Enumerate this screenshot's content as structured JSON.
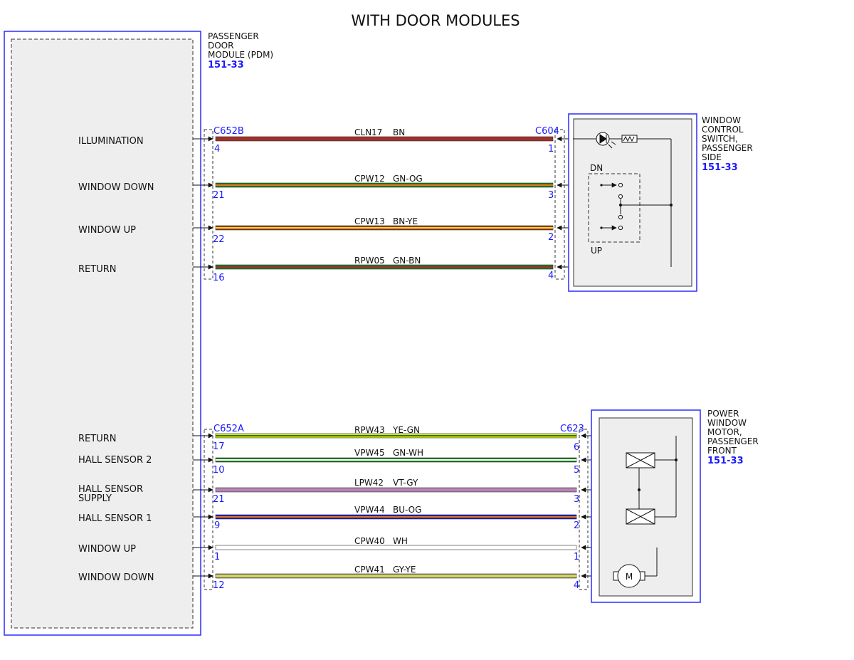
{
  "title": "WITH DOOR MODULES",
  "colors": {
    "border_blue": "#2b2bff",
    "panel_gray": "#eeeeee",
    "BN": "#a0302a",
    "GN": "#1f7a1f",
    "OG": "#e07a1a",
    "YE": "#e6e61a",
    "WH": "#ffffff",
    "VT": "#c070c0",
    "GY": "#9a9a9a",
    "BU": "#1a1ac0"
  },
  "pdm": {
    "name_lines": [
      "PASSENGER",
      "DOOR",
      "MODULE (PDM)"
    ],
    "ref": "151-33"
  },
  "switch": {
    "name_lines": [
      "WINDOW",
      "CONTROL",
      "SWITCH,",
      "PASSENGER",
      "SIDE"
    ],
    "ref": "151-33",
    "dn_label": "DN",
    "up_label": "UP"
  },
  "motor": {
    "name_lines": [
      "POWER",
      "WINDOW",
      "MOTOR,",
      "PASSENGER",
      "FRONT"
    ],
    "ref": "151-33",
    "m_label": "M"
  },
  "connectors": {
    "c652b": "C652B",
    "c604": "C604",
    "c652a": "C652A",
    "c623": "C623"
  },
  "upper_circuits": [
    {
      "label": "ILLUMINATION",
      "circuit": "CLN17",
      "color": "BN",
      "pin_left": "4",
      "pin_right": "1",
      "base": "BN",
      "stripe": ""
    },
    {
      "label": "WINDOW DOWN",
      "circuit": "CPW12",
      "color": "GN-OG",
      "pin_left": "21",
      "pin_right": "3",
      "base": "GN",
      "stripe": "OG"
    },
    {
      "label": "WINDOW UP",
      "circuit": "CPW13",
      "color": "BN-YE",
      "pin_left": "22",
      "pin_right": "2",
      "base": "BN",
      "stripe": "YE"
    },
    {
      "label": "RETURN",
      "circuit": "RPW05",
      "color": "GN-BN",
      "pin_left": "16",
      "pin_right": "4",
      "base": "GN",
      "stripe": "BN"
    }
  ],
  "lower_circuits": [
    {
      "label": "RETURN",
      "circuit": "RPW43",
      "color": "YE-GN",
      "pin_left": "17",
      "pin_right": "6",
      "base": "YE",
      "stripe": "GN"
    },
    {
      "label": "HALL SENSOR 2",
      "circuit": "VPW45",
      "color": "GN-WH",
      "pin_left": "10",
      "pin_right": "5",
      "base": "GN",
      "stripe": "WH"
    },
    {
      "label": "HALL SENSOR SUPPLY",
      "label_lines": [
        "HALL SENSOR",
        "SUPPLY"
      ],
      "circuit": "LPW42",
      "color": "VT-GY",
      "pin_left": "21",
      "pin_right": "3",
      "base": "VT",
      "stripe": "GY"
    },
    {
      "label": "HALL SENSOR 1",
      "circuit": "VPW44",
      "color": "BU-OG",
      "pin_left": "9",
      "pin_right": "2",
      "base": "BU",
      "stripe": "OG"
    },
    {
      "label": "WINDOW UP",
      "circuit": "CPW40",
      "color": "WH",
      "pin_left": "1",
      "pin_right": "1",
      "base": "WH",
      "stripe": ""
    },
    {
      "label": "WINDOW DOWN",
      "circuit": "CPW41",
      "color": "GY-YE",
      "pin_left": "12",
      "pin_right": "4",
      "base": "GY",
      "stripe": "YE"
    }
  ]
}
